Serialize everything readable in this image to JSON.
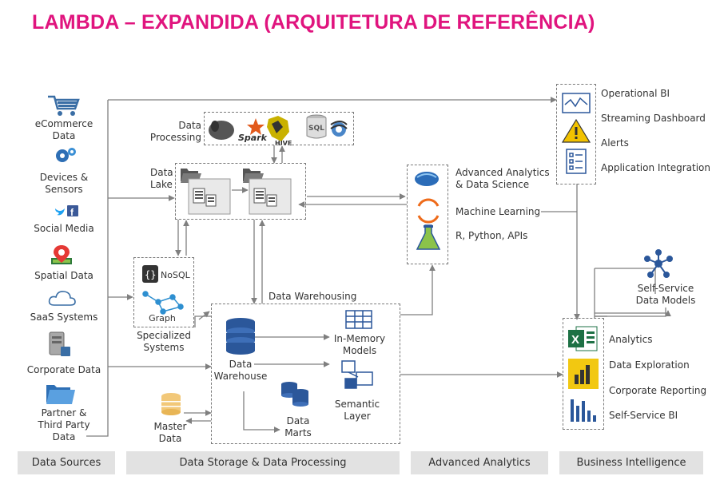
{
  "title": "LAMBDA – EXPANDIDA (ARQUITETURA DE REFERÊNCIA)",
  "sources": {
    "ecommerce": "eCommerce\nData",
    "devices": "Devices &\nSensors",
    "social": "Social Media",
    "spatial": "Spatial Data",
    "saas": "SaaS Systems",
    "corporate": "Corporate Data",
    "partner": "Partner &\nThird Party\nData"
  },
  "storage": {
    "data_processing": "Data\nProcessing",
    "data_lake": "Data\nLake",
    "nosql": "NoSQL",
    "graph": "Graph",
    "specialized": "Specialized\nSystems",
    "data_warehousing": "Data Warehousing",
    "data_warehouse": "Data\nWarehouse",
    "in_memory": "In-Memory\nModels",
    "semantic": "Semantic\nLayer",
    "data_marts": "Data\nMarts",
    "master_data": "Master\nData",
    "spark": "Spark",
    "hive": "HIVE",
    "sql": "SQL"
  },
  "analytics": {
    "advanced": "Advanced Analytics\n& Data Science",
    "ml": "Machine Learning",
    "rpython": "R, Python, APIs"
  },
  "bi": {
    "operational": "Operational BI",
    "streaming": "Streaming Dashboard",
    "alerts": "Alerts",
    "app_integration": "Application Integration",
    "self_service_models": "Self-Service\nData Models",
    "analytics": "Analytics",
    "exploration": "Data Exploration",
    "reporting": "Corporate Reporting",
    "self_service_bi": "Self-Service BI"
  },
  "footer": {
    "sources": "Data Sources",
    "storage": "Data Storage & Data Processing",
    "advanced": "Advanced Analytics",
    "bi": "Business Intelligence"
  },
  "colors": {
    "title": "#e0147e",
    "line": "#7f7f7f",
    "footer": "#e2e2e2"
  }
}
